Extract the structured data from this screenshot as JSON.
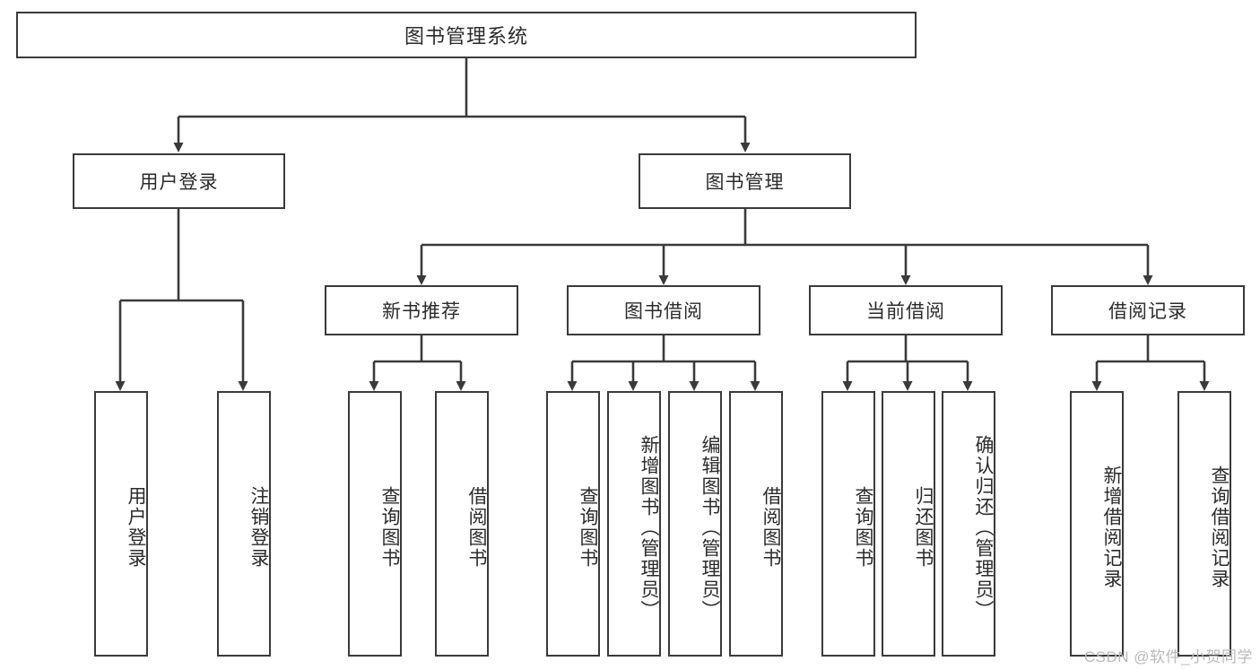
{
  "diagram": {
    "title": "图书管理系统",
    "type": "hierarchy-tree",
    "watermark": "CSDN @软件_小贺同学",
    "colors": {
      "stroke": "#3a3a3a",
      "text": "#2b2b2b",
      "background": "#ffffff",
      "watermark": "#b9b9b9"
    },
    "nodes": {
      "root": {
        "label": "图书管理系统"
      },
      "level2": [
        {
          "label": "用户登录"
        },
        {
          "label": "图书管理"
        }
      ],
      "level3": [
        {
          "label": "新书推荐"
        },
        {
          "label": "图书借阅"
        },
        {
          "label": "当前借阅"
        },
        {
          "label": "借阅记录"
        }
      ],
      "leaves_user_login": [
        {
          "label": "用户登录"
        },
        {
          "label": "注销登录"
        }
      ],
      "leaves_new_book": [
        {
          "label": "查询图书"
        },
        {
          "label": "借阅图书"
        }
      ],
      "leaves_borrow": [
        {
          "label": "查询图书"
        },
        {
          "label": "新增图书（管理员）"
        },
        {
          "label": "编辑图书（管理员）"
        },
        {
          "label": "借阅图书"
        }
      ],
      "leaves_current": [
        {
          "label": "查询图书"
        },
        {
          "label": "归还图书"
        },
        {
          "label": "确认归还（管理员）"
        }
      ],
      "leaves_record": [
        {
          "label": "新增借阅记录"
        },
        {
          "label": "查询借阅记录"
        }
      ]
    }
  }
}
